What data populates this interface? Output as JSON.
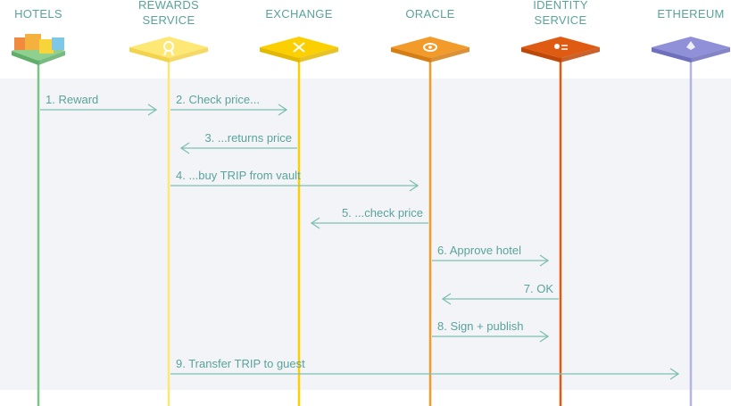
{
  "colors": {
    "message": "#7fbfb3",
    "background_band": "#f2f4f8",
    "hotels": "#7cc48a",
    "rewards": "#fde876",
    "exchange": "#fcd000",
    "oracle": "#f29b2a",
    "identity": "#e05b12",
    "ethereum": "#b3b5e4"
  },
  "lanes": [
    {
      "id": "hotels",
      "title": [
        "HOTELS"
      ],
      "icon": "hotel-buildings-icon"
    },
    {
      "id": "rewards",
      "title": [
        "REWARDS",
        "SERVICE"
      ],
      "icon": "reward-medal-icon"
    },
    {
      "id": "exchange",
      "title": [
        "EXCHANGE"
      ],
      "icon": "exchange-scissors-icon"
    },
    {
      "id": "oracle",
      "title": [
        "ORACLE"
      ],
      "icon": "oracle-eye-icon"
    },
    {
      "id": "identity",
      "title": [
        "IDENTITY",
        "SERVICE"
      ],
      "icon": "identity-id-icon"
    },
    {
      "id": "ethereum",
      "title": [
        "ETHEREUM"
      ],
      "icon": "ethereum-diamond-icon"
    }
  ],
  "messages": [
    {
      "label": "1. Reward",
      "from": "hotels",
      "to": "rewards"
    },
    {
      "label": "2. Check price...",
      "from": "rewards",
      "to": "exchange"
    },
    {
      "label": "3. ...returns price",
      "from": "exchange",
      "to": "rewards"
    },
    {
      "label": "4. ...buy TRIP from vault",
      "from": "rewards",
      "to": "oracle"
    },
    {
      "label": "5. ...check price",
      "from": "oracle",
      "to": "exchange"
    },
    {
      "label": "6. Approve hotel",
      "from": "oracle",
      "to": "identity"
    },
    {
      "label": "7. OK",
      "from": "identity",
      "to": "oracle"
    },
    {
      "label": "8. Sign + publish",
      "from": "oracle",
      "to": "identity"
    },
    {
      "label": "9. Transfer TRIP to guest",
      "from": "rewards",
      "to": "ethereum"
    }
  ]
}
